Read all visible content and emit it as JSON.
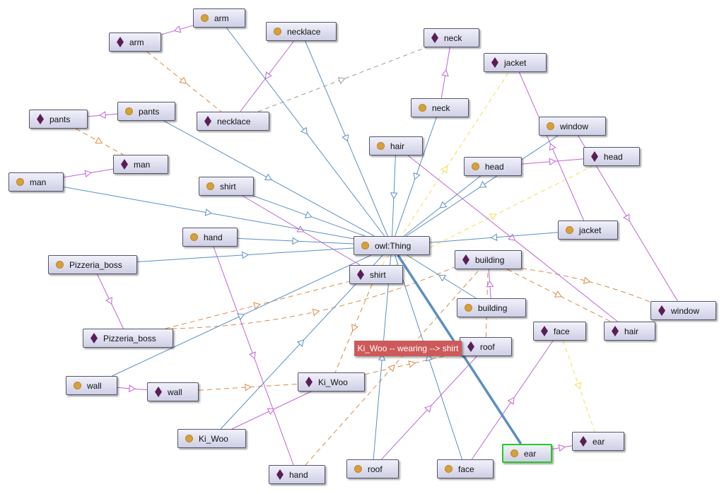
{
  "colors": {
    "subclass": "#5b8fc1",
    "instance_of": "#c064d6",
    "object_property": "#d98b45",
    "data_property": "#f2e04a",
    "annotation": "#9a9a9a",
    "selected_border": "#22cc22",
    "tooltip_bg": "#cd5a5a",
    "class_icon": "#d7a13a",
    "individual_icon": "#5a1e56"
  },
  "tooltip": {
    "text": "Ki_Woo -- wearing --> shirt"
  },
  "nodes": [
    {
      "id": "thing",
      "label": "owl:Thing",
      "kind": "class",
      "icon": "class-icon"
    },
    {
      "id": "c_arm",
      "label": "arm",
      "kind": "class",
      "icon": "class-icon"
    },
    {
      "id": "i_arm",
      "label": "arm",
      "kind": "individual",
      "icon": "individual-icon"
    },
    {
      "id": "c_necklace",
      "label": "necklace",
      "kind": "class",
      "icon": "class-icon"
    },
    {
      "id": "i_necklace",
      "label": "necklace",
      "kind": "individual",
      "icon": "individual-icon"
    },
    {
      "id": "i_neck",
      "label": "neck",
      "kind": "individual",
      "icon": "individual-icon"
    },
    {
      "id": "c_neck",
      "label": "neck",
      "kind": "class",
      "icon": "class-icon"
    },
    {
      "id": "i_jacket",
      "label": "jacket",
      "kind": "individual",
      "icon": "individual-icon"
    },
    {
      "id": "i_pants",
      "label": "pants",
      "kind": "individual",
      "icon": "individual-icon"
    },
    {
      "id": "c_pants",
      "label": "pants",
      "kind": "class",
      "icon": "class-icon"
    },
    {
      "id": "c_window",
      "label": "window",
      "kind": "class",
      "icon": "class-icon"
    },
    {
      "id": "c_hair",
      "label": "hair",
      "kind": "class",
      "icon": "class-icon"
    },
    {
      "id": "i_head",
      "label": "head",
      "kind": "individual",
      "icon": "individual-icon"
    },
    {
      "id": "c_head",
      "label": "head",
      "kind": "class",
      "icon": "class-icon"
    },
    {
      "id": "i_man",
      "label": "man",
      "kind": "individual",
      "icon": "individual-icon"
    },
    {
      "id": "c_man",
      "label": "man",
      "kind": "class",
      "icon": "class-icon"
    },
    {
      "id": "c_shirt",
      "label": "shirt",
      "kind": "class",
      "icon": "class-icon"
    },
    {
      "id": "c_jacket",
      "label": "jacket",
      "kind": "class",
      "icon": "class-icon"
    },
    {
      "id": "c_hand",
      "label": "hand",
      "kind": "class",
      "icon": "class-icon"
    },
    {
      "id": "i_building",
      "label": "building",
      "kind": "individual",
      "icon": "individual-icon"
    },
    {
      "id": "c_pizzeria",
      "label": "Pizzeria_boss",
      "kind": "class",
      "icon": "class-icon"
    },
    {
      "id": "i_shirt",
      "label": "shirt",
      "kind": "individual",
      "icon": "individual-icon"
    },
    {
      "id": "c_building",
      "label": "building",
      "kind": "class",
      "icon": "class-icon"
    },
    {
      "id": "i_window",
      "label": "window",
      "kind": "individual",
      "icon": "individual-icon"
    },
    {
      "id": "i_face",
      "label": "face",
      "kind": "individual",
      "icon": "individual-icon"
    },
    {
      "id": "i_hair",
      "label": "hair",
      "kind": "individual",
      "icon": "individual-icon"
    },
    {
      "id": "i_pizzeria",
      "label": "Pizzeria_boss",
      "kind": "individual",
      "icon": "individual-icon"
    },
    {
      "id": "i_roof",
      "label": "roof",
      "kind": "individual",
      "icon": "individual-icon"
    },
    {
      "id": "c_wall",
      "label": "wall",
      "kind": "class",
      "icon": "class-icon"
    },
    {
      "id": "i_wall",
      "label": "wall",
      "kind": "individual",
      "icon": "individual-icon"
    },
    {
      "id": "i_kiwoo",
      "label": "Ki_Woo",
      "kind": "individual",
      "icon": "individual-icon"
    },
    {
      "id": "c_kiwoo",
      "label": "Ki_Woo",
      "kind": "class",
      "icon": "class-icon"
    },
    {
      "id": "i_ear",
      "label": "ear",
      "kind": "individual",
      "icon": "individual-icon"
    },
    {
      "id": "c_ear",
      "label": "ear",
      "kind": "class",
      "icon": "class-icon",
      "selected": true
    },
    {
      "id": "i_hand",
      "label": "hand",
      "kind": "individual",
      "icon": "individual-icon"
    },
    {
      "id": "c_roof",
      "label": "roof",
      "kind": "class",
      "icon": "class-icon"
    },
    {
      "id": "c_face",
      "label": "face",
      "kind": "class",
      "icon": "class-icon"
    }
  ],
  "edges": [
    {
      "from": "c_arm",
      "to": "thing",
      "kind": "subclass"
    },
    {
      "from": "c_necklace",
      "to": "thing",
      "kind": "subclass"
    },
    {
      "from": "c_neck",
      "to": "thing",
      "kind": "subclass"
    },
    {
      "from": "c_pants",
      "to": "thing",
      "kind": "subclass"
    },
    {
      "from": "c_man",
      "to": "thing",
      "kind": "subclass"
    },
    {
      "from": "c_hair",
      "to": "thing",
      "kind": "subclass"
    },
    {
      "from": "c_head",
      "to": "thing",
      "kind": "subclass"
    },
    {
      "from": "c_window",
      "to": "thing",
      "kind": "subclass"
    },
    {
      "from": "c_shirt",
      "to": "thing",
      "kind": "subclass"
    },
    {
      "from": "c_jacket",
      "to": "thing",
      "kind": "subclass"
    },
    {
      "from": "c_hand",
      "to": "thing",
      "kind": "subclass"
    },
    {
      "from": "c_pizzeria",
      "to": "thing",
      "kind": "subclass"
    },
    {
      "from": "c_building",
      "to": "thing",
      "kind": "subclass"
    },
    {
      "from": "c_wall",
      "to": "thing",
      "kind": "subclass"
    },
    {
      "from": "c_kiwoo",
      "to": "thing",
      "kind": "subclass"
    },
    {
      "from": "c_roof",
      "to": "thing",
      "kind": "subclass"
    },
    {
      "from": "c_face",
      "to": "thing",
      "kind": "subclass"
    },
    {
      "from": "c_ear",
      "to": "thing",
      "kind": "subclass",
      "highlight": true
    },
    {
      "from": "c_arm",
      "to": "i_arm",
      "kind": "instance_of"
    },
    {
      "from": "c_necklace",
      "to": "i_necklace",
      "kind": "instance_of"
    },
    {
      "from": "c_neck",
      "to": "i_neck",
      "kind": "instance_of"
    },
    {
      "from": "c_pants",
      "to": "i_pants",
      "kind": "instance_of"
    },
    {
      "from": "c_man",
      "to": "i_man",
      "kind": "instance_of"
    },
    {
      "from": "c_head",
      "to": "i_head",
      "kind": "instance_of"
    },
    {
      "from": "c_jacket",
      "to": "i_jacket",
      "kind": "instance_of"
    },
    {
      "from": "c_window",
      "to": "i_window",
      "kind": "instance_of"
    },
    {
      "from": "c_hair",
      "to": "i_hair",
      "kind": "instance_of"
    },
    {
      "from": "c_shirt",
      "to": "i_shirt",
      "kind": "instance_of"
    },
    {
      "from": "c_pizzeria",
      "to": "i_pizzeria",
      "kind": "instance_of"
    },
    {
      "from": "c_hand",
      "to": "i_hand",
      "kind": "instance_of"
    },
    {
      "from": "c_building",
      "to": "i_building",
      "kind": "instance_of"
    },
    {
      "from": "c_roof",
      "to": "i_roof",
      "kind": "instance_of"
    },
    {
      "from": "c_face",
      "to": "i_face",
      "kind": "instance_of"
    },
    {
      "from": "c_wall",
      "to": "i_wall",
      "kind": "instance_of"
    },
    {
      "from": "c_kiwoo",
      "to": "i_kiwoo",
      "kind": "instance_of"
    },
    {
      "from": "c_ear",
      "to": "i_ear",
      "kind": "instance_of"
    },
    {
      "from": "i_arm",
      "to": "i_necklace",
      "kind": "object_property"
    },
    {
      "from": "i_pants",
      "to": "i_man",
      "kind": "object_property"
    },
    {
      "from": "i_building",
      "to": "i_window",
      "kind": "object_property",
      "curve": -12
    },
    {
      "from": "i_building",
      "to": "i_hair",
      "kind": "object_property"
    },
    {
      "from": "i_pizzeria",
      "to": "i_shirt",
      "kind": "object_property"
    },
    {
      "from": "i_pizzeria",
      "to": "i_building",
      "kind": "object_property",
      "curve": 40
    },
    {
      "from": "i_wall",
      "to": "i_kiwoo",
      "kind": "object_property"
    },
    {
      "from": "i_kiwoo",
      "to": "i_roof",
      "kind": "object_property"
    },
    {
      "from": "i_shirt",
      "to": "i_kiwoo",
      "kind": "object_property"
    },
    {
      "from": "i_hand",
      "to": "i_building",
      "kind": "object_property"
    },
    {
      "from": "i_roof",
      "to": "i_building",
      "kind": "object_property"
    },
    {
      "from": "i_shirt",
      "to": "i_jacket",
      "kind": "data_property"
    },
    {
      "from": "i_shirt",
      "to": "i_head",
      "kind": "data_property"
    },
    {
      "from": "i_face",
      "to": "i_ear",
      "kind": "data_property"
    },
    {
      "from": "i_necklace",
      "to": "i_neck",
      "kind": "annotation"
    }
  ]
}
